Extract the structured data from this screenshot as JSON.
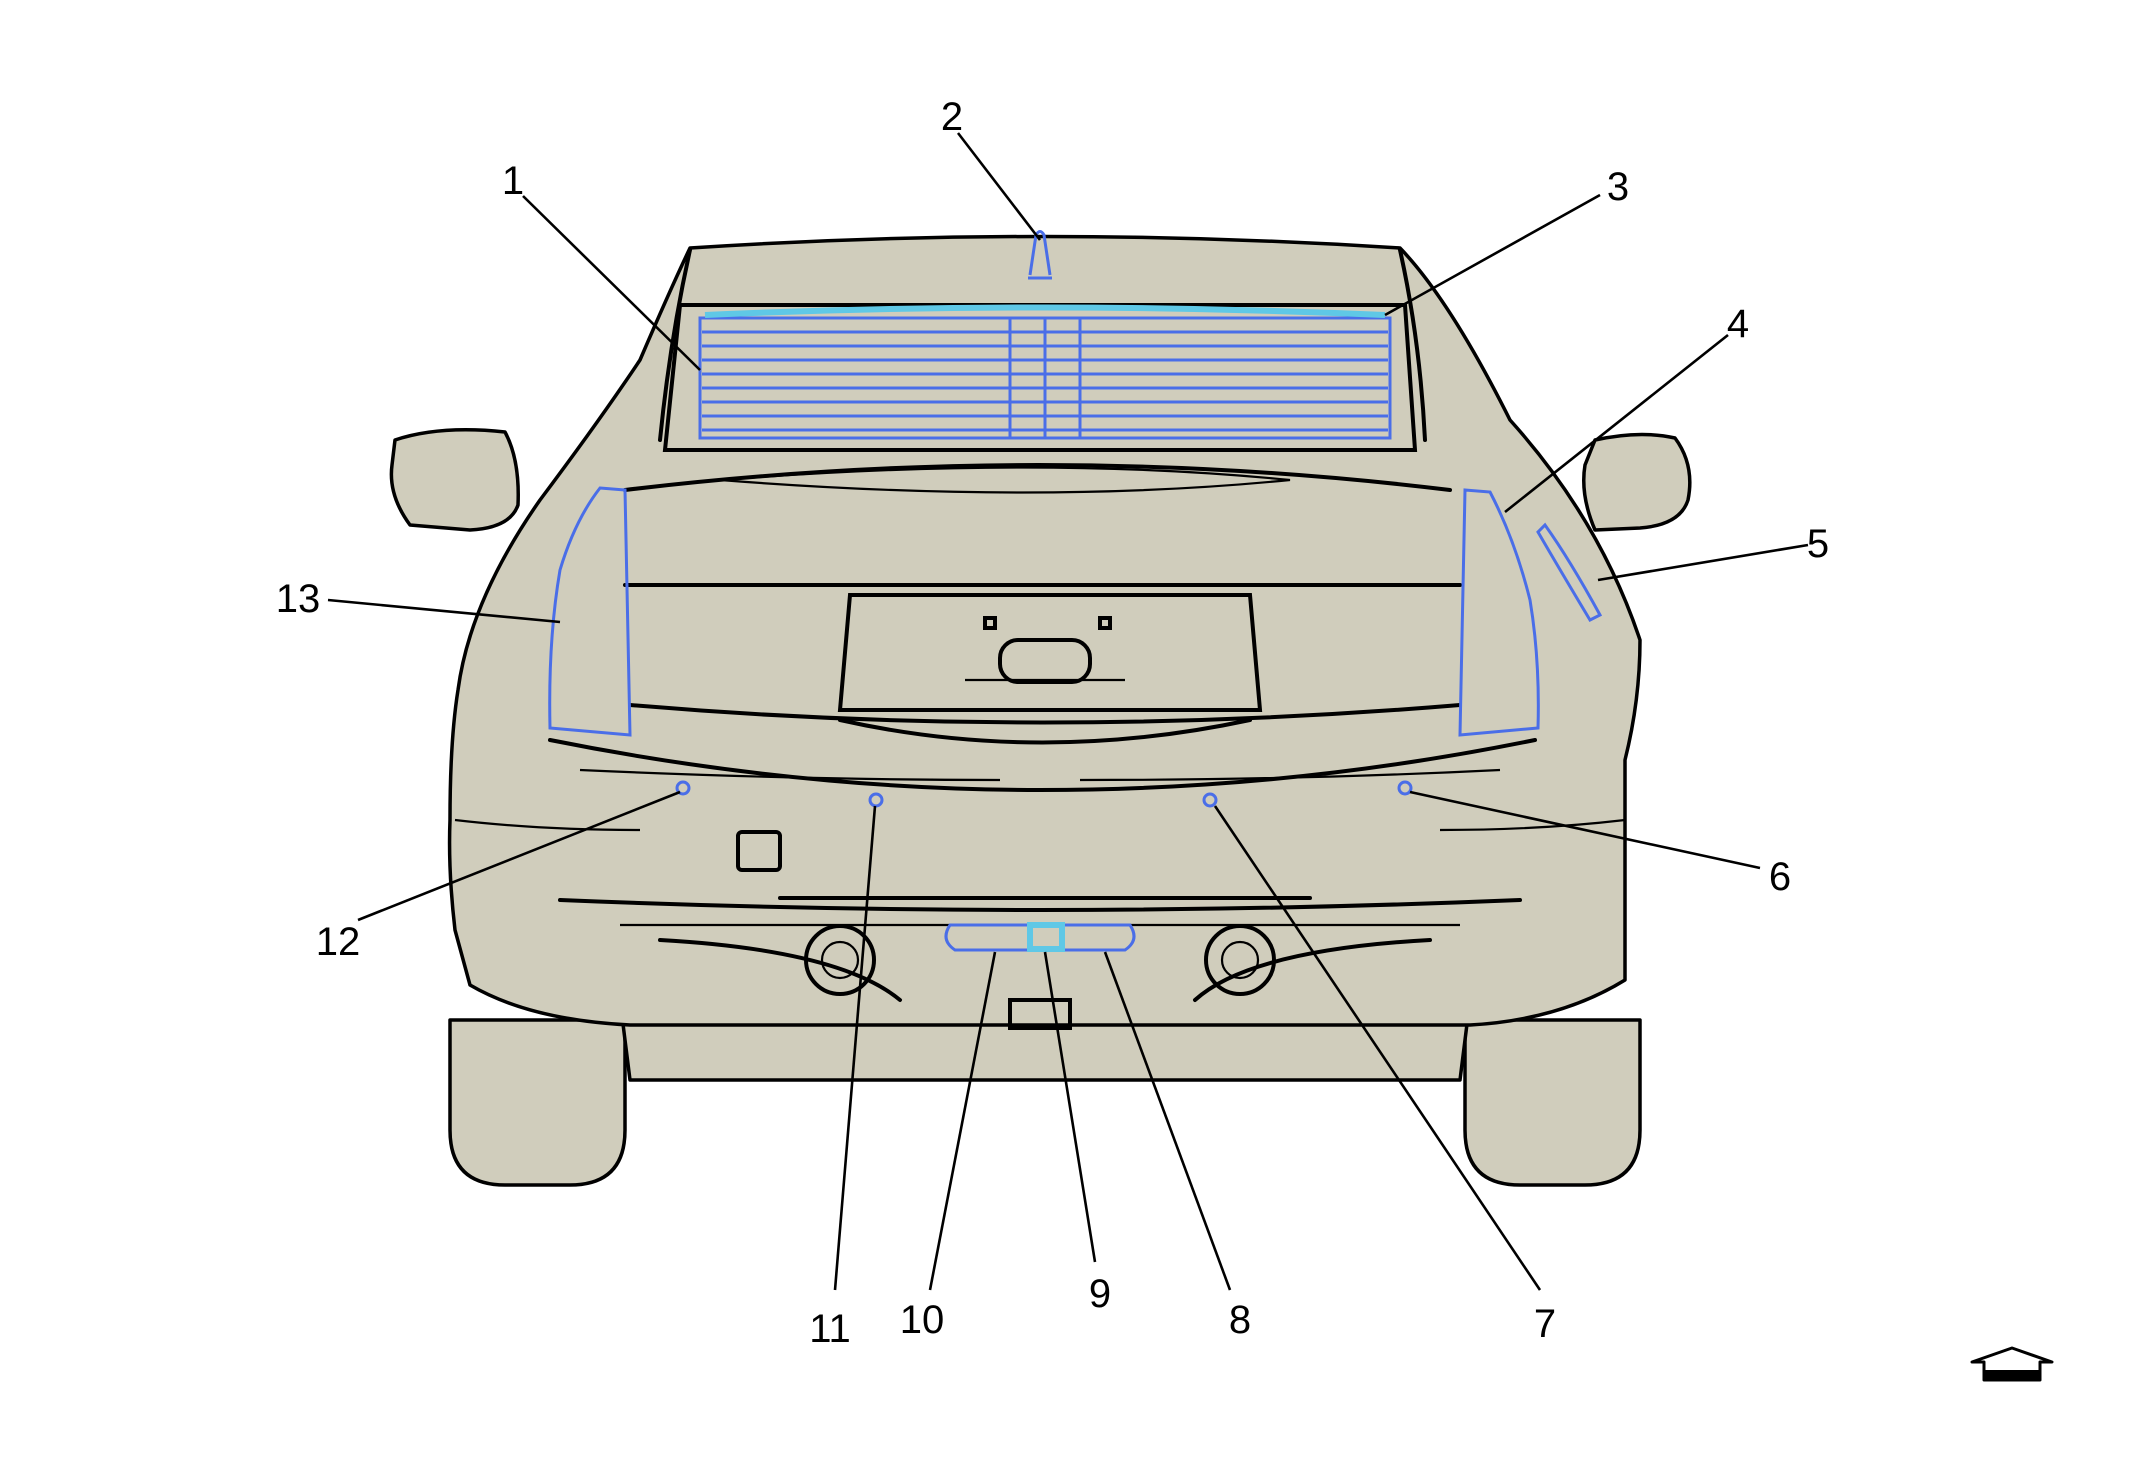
{
  "callouts": [
    {
      "id": "1",
      "label": "1"
    },
    {
      "id": "2",
      "label": "2"
    },
    {
      "id": "3",
      "label": "3"
    },
    {
      "id": "4",
      "label": "4"
    },
    {
      "id": "5",
      "label": "5"
    },
    {
      "id": "6",
      "label": "6"
    },
    {
      "id": "7",
      "label": "7"
    },
    {
      "id": "8",
      "label": "8"
    },
    {
      "id": "9",
      "label": "9"
    },
    {
      "id": "10",
      "label": "10"
    },
    {
      "id": "11",
      "label": "11"
    },
    {
      "id": "12",
      "label": "12"
    },
    {
      "id": "13",
      "label": "13"
    }
  ],
  "colors": {
    "body": "#d0cdbc",
    "outline": "#000000",
    "highlight_blue": "#4a6ee8",
    "highlight_cyan": "#5fc8e6"
  },
  "icons": {
    "view_direction": "forward-arrow-icon"
  }
}
